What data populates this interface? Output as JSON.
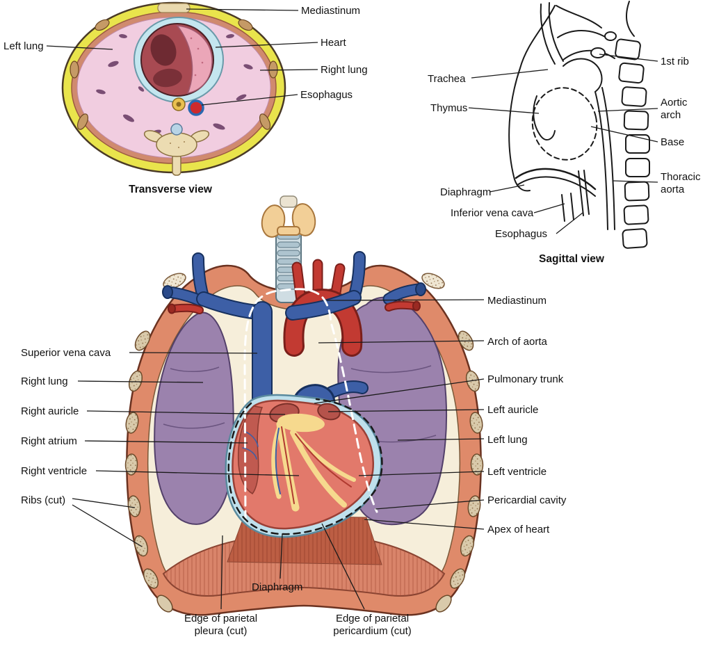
{
  "palette": {
    "fat_yellow": "#e9e44c",
    "lung_pink": "#f1cde0",
    "lung_purple": "#9b82ad",
    "heart_red": "#e2796b",
    "vein_blue": "#3d5fa6",
    "artery_red": "#c23a32",
    "bone_cream": "#f6eeda",
    "chest_wall_coral": "#df8a6a",
    "pericardium_blue": "#bfe0ec",
    "epicardial_fat": "#f6d98e"
  },
  "views": {
    "transverse": {
      "caption": "Transverse view",
      "labels": {
        "left_lung": "Left lung",
        "mediastinum": "Mediastinum",
        "heart": "Heart",
        "right_lung": "Right lung",
        "esophagus": "Esophagus"
      }
    },
    "sagittal": {
      "caption": "Sagittal view",
      "labels": {
        "trachea": "Trachea",
        "thymus": "Thymus",
        "diaphragm": "Diaphragm",
        "inferior_vena_cava": "Inferior vena cava",
        "esophagus": "Esophagus",
        "first_rib": "1st rib",
        "aortic_arch": "Aortic\narch",
        "base": "Base",
        "thoracic_aorta": "Thoracic\naorta"
      }
    },
    "anterior": {
      "labels": {
        "superior_vena_cava": "Superior vena cava",
        "right_lung": "Right lung",
        "right_auricle": "Right auricle",
        "right_atrium": "Right atrium",
        "right_ventricle": "Right ventricle",
        "ribs_cut": "Ribs (cut)",
        "mediastinum": "Mediastinum",
        "arch_of_aorta": "Arch of aorta",
        "pulmonary_trunk": "Pulmonary trunk",
        "left_auricle": "Left auricle",
        "left_lung": "Left lung",
        "left_ventricle": "Left ventricle",
        "pericardial_cavity": "Pericardial cavity",
        "apex_of_heart": "Apex of heart",
        "diaphragm": "Diaphragm",
        "edge_of_parietal_pleura": "Edge of parietal\npleura (cut)",
        "edge_of_parietal_pericardium": "Edge of parietal\npericardium (cut)"
      }
    }
  }
}
